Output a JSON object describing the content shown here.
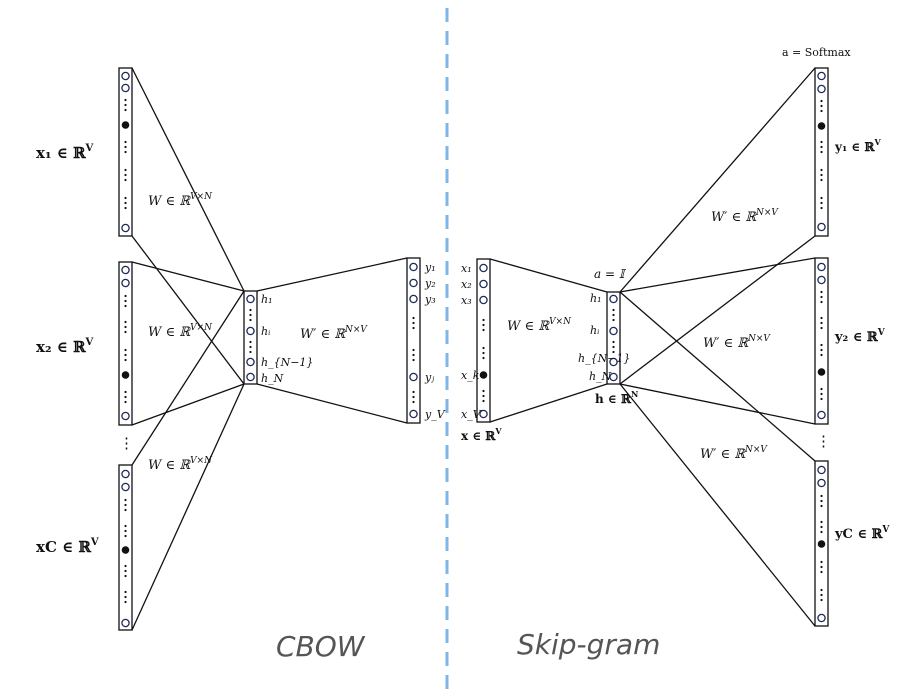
{
  "cbow": {
    "title": "CBOW",
    "x1": "x₁ ∈ ℝ",
    "x1_sup": "V",
    "x2": "x₂ ∈ ℝ",
    "x2_sup": "V",
    "xC": "xC ∈ ℝ",
    "xC_sup": "V",
    "ellipsis": "⋮",
    "W1": "W ∈ ℝ",
    "W1_sup": "V×N",
    "W2": "W ∈ ℝ",
    "W2_sup": "V×N",
    "W3": "W ∈ ℝ",
    "W3_sup": "V×N",
    "Wp": "W′ ∈ ℝ",
    "Wp_sup": "N×V",
    "h1": "h₁",
    "hi": "hᵢ",
    "hN1": "h_{N−1}",
    "hN": "h_N",
    "y1": "y₁",
    "y2": "y₂",
    "y3": "y₃",
    "yj": "yⱼ",
    "yV": "y_V"
  },
  "skipgram": {
    "title": "Skip-gram",
    "softmax": "a = Softmax",
    "a_identity": "a = 𝕀",
    "x1": "x₁",
    "x2": "x₂",
    "x3": "x₃",
    "xk": "x_k",
    "xV": "x_V",
    "x_vec": "x ∈ ℝ",
    "x_vec_sup": "V",
    "W": "W ∈ ℝ",
    "W_sup": "V×N",
    "h1": "h₁",
    "hi": "hᵢ",
    "hN1": "h_{N−1}",
    "hN": "h_N",
    "h_vec": "h ∈ ℝ",
    "h_vec_sup": "N",
    "Wp1": "W′ ∈ ℝ",
    "Wp1_sup": "N×V",
    "Wp2": "W′ ∈ ℝ",
    "Wp2_sup": "N×V",
    "Wp3": "W′ ∈ ℝ",
    "Wp3_sup": "N×V",
    "y1": "y₁ ∈ ℝ",
    "y1_sup": "V",
    "y2": "y₂ ∈ ℝ",
    "y2_sup": "V",
    "yC": "yC ∈ ℝ",
    "yC_sup": "V",
    "ellipsis": "⋮"
  },
  "colors": {
    "divider": "#7fb6e8",
    "line": "#111111",
    "node_ring": "#1f2a5a"
  }
}
